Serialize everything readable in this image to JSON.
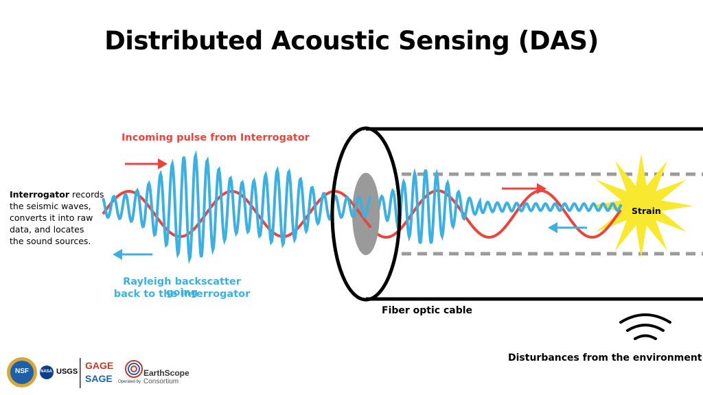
{
  "title": "Distributed Acoustic Sensing (DAS)",
  "labels": {
    "incoming": "Incoming pulse from Interrogator",
    "backscatter_line1": "Rayleigh backscatter going",
    "backscatter_line2": "back to the Interrogator",
    "interrogator_bold": "Interrogator",
    "interrogator_line1_rest": " records",
    "interrogator_line2": "the seismic waves,",
    "interrogator_line3": "converts it into raw",
    "interrogator_line4": "data, and locates",
    "interrogator_line5": "the sound sources.",
    "fiber": "Fiber optic cable",
    "disturbances": "Disturbances from the environment",
    "strain": "Strain"
  },
  "logos": {
    "nsf": "NSF",
    "nasa": "NASA",
    "usgs": "USGS",
    "gage": "GAGE",
    "sage": "SAGE",
    "operated_by": "Operated by",
    "earthscope": "EarthScope",
    "consortium": "Consortium"
  },
  "colors": {
    "red": "#e8453c",
    "blue": "#3db0e0",
    "gray": "#9a9a9a",
    "yellow": "#f9e830",
    "gage": "#c0392b"
  }
}
